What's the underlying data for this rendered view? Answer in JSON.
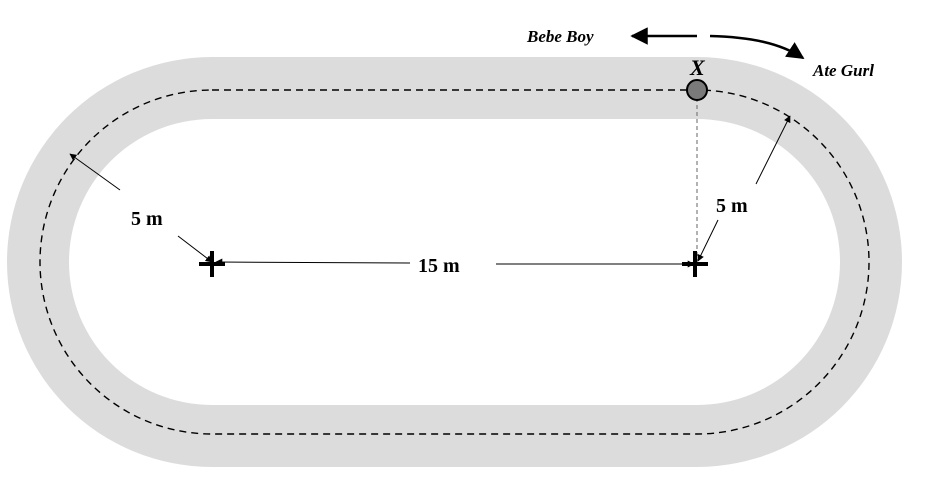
{
  "diagram": {
    "runner_left": "Bebe Boy",
    "runner_right": "Ate Gurl",
    "point_label": "X",
    "radius_left": "5 m",
    "radius_right": "5 m",
    "center_distance": "15 m"
  },
  "colors": {
    "track": "#dcdcdc",
    "marker": "#7a7a7a",
    "line": "#000000"
  }
}
